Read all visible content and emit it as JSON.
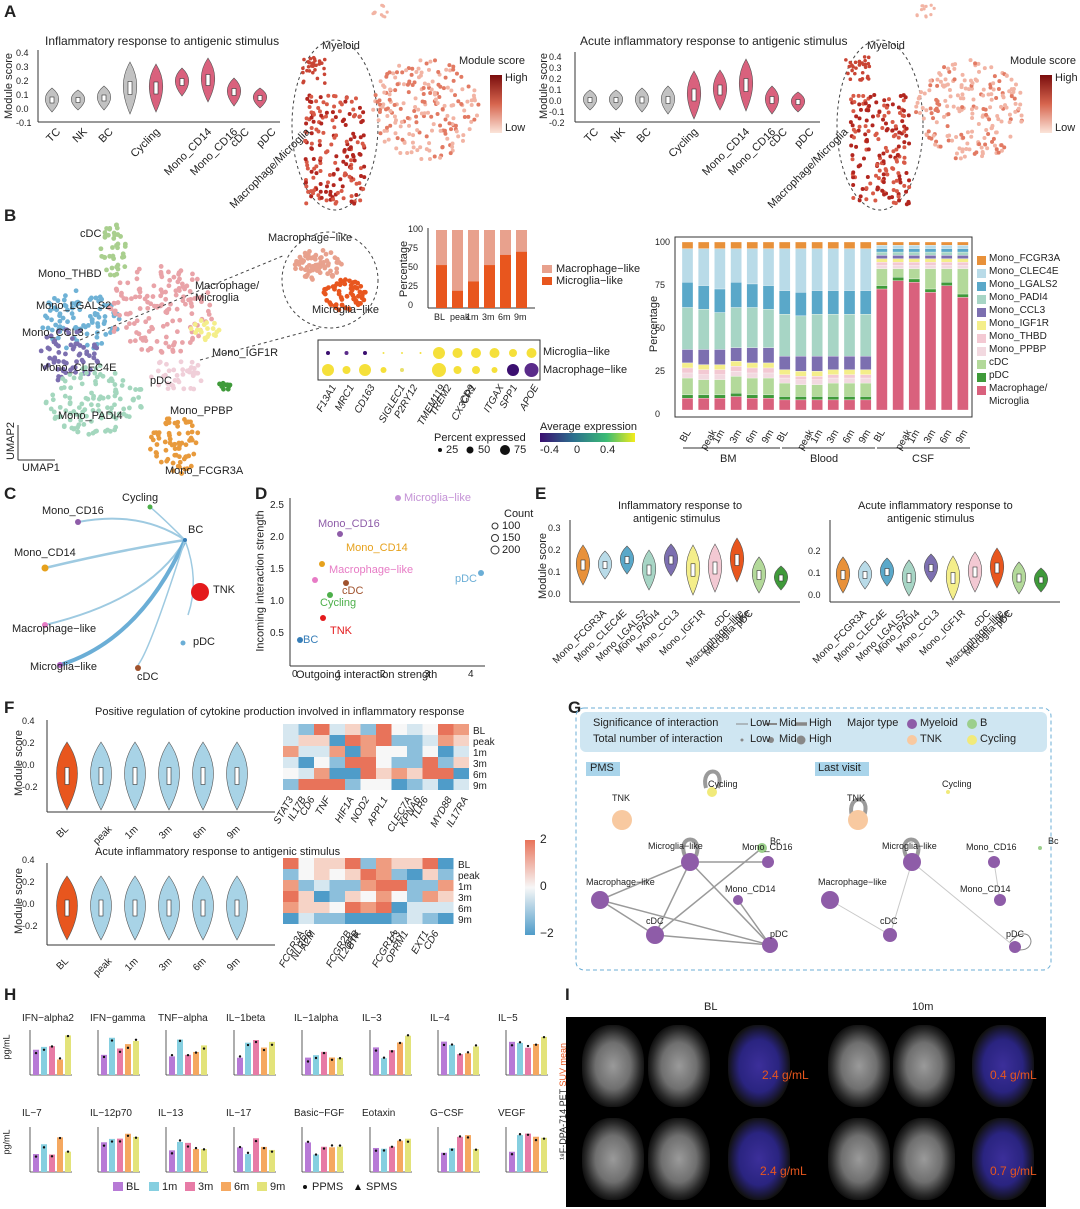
{
  "panels": {
    "A": {
      "letter": "A",
      "left": {
        "title": "Inflammatory response to antigenic stimulus",
        "ylabel": "Module score",
        "yticks": [
          "0.4",
          "0.3",
          "0.2",
          "0.1",
          "0.0",
          "-0.1"
        ],
        "categories": [
          "TC",
          "NK",
          "BC",
          "Cycling",
          "Mono_CD14",
          "Mono_CD16",
          "Macrophage/Microglia",
          "cDC",
          "pDC"
        ],
        "umap_label": "Myeloid",
        "legend_title": "Module score",
        "legend_high": "High",
        "legend_low": "Low"
      },
      "right": {
        "title": "Acute inflammatory response to antigenic stimulus",
        "ylabel": "Module score",
        "yticks": [
          "0.4",
          "0.3",
          "0.2",
          "0.1",
          "0.0",
          "-0.1",
          "-0.2"
        ],
        "categories": [
          "TC",
          "NK",
          "BC",
          "Cycling",
          "Mono_CD14",
          "Mono_CD16",
          "Macrophage/Microglia",
          "cDC",
          "pDC"
        ],
        "umap_label": "Myeloid",
        "legend_title": "Module score",
        "legend_high": "High",
        "legend_low": "Low"
      }
    },
    "B": {
      "letter": "B",
      "umap_labels": [
        "cDC",
        "Mono_THBD",
        "Mono_LGALS2",
        "Mono_CCL3",
        "Mono_CLEC4E",
        "Mono_PADI4",
        "Mono_PPBP",
        "Mono_IGF1R",
        "Mono_FCGR3A",
        "pDC",
        "Macrophage/",
        "Microglia"
      ],
      "umap_x": "UMAP1",
      "umap_y": "UMAP2",
      "inset_labels": [
        "Macrophage−like",
        "Microglia−like"
      ],
      "pct_ylabel": "Percentage",
      "pct_yticks": [
        "100",
        "75",
        "50",
        "25",
        "0"
      ],
      "pct_x": [
        "BL",
        "peak",
        "1m",
        "3m",
        "6m",
        "9m"
      ],
      "pct_legend": [
        "Macrophage−like",
        "Microglia−like"
      ],
      "dot_rows": [
        "Microglia−like",
        "Macrophage−like"
      ],
      "dot_genes": [
        "F13A1",
        "MRC1",
        "CD163",
        "SIGLEC1",
        "P2RY12",
        "TMEM119",
        "TREM2",
        "CX3CR1",
        "CD9",
        "ITGAX",
        "SPP1",
        "APOE"
      ],
      "pe_title": "Percent expressed",
      "pe_vals": [
        "25",
        "50",
        "75"
      ],
      "ae_title": "Average expression",
      "ae_ticks": [
        "-0.4",
        "0",
        "0.4"
      ],
      "stack_ylabel": "Percentage",
      "stack_yticks": [
        "100",
        "75",
        "50",
        "25",
        "0"
      ],
      "stack_x": [
        "BL",
        "peak",
        "1m",
        "3m",
        "6m",
        "9m",
        "BL",
        "peak",
        "1m",
        "3m",
        "6m",
        "9m",
        "BL",
        "peak",
        "1m",
        "3m",
        "6m",
        "9m"
      ],
      "stack_groups": [
        "BM",
        "Blood",
        "CSF"
      ],
      "stack_legend": [
        "Mono_FCGR3A",
        "Mono_CLEC4E",
        "Mono_LGALS2",
        "Mono_PADI4",
        "Mono_CCL3",
        "Mono_IGF1R",
        "Mono_THBD",
        "Mono_PPBP",
        "cDC",
        "pDC",
        "Macrophage/",
        "Microglia"
      ]
    },
    "C": {
      "letter": "C",
      "nodes": [
        "Mono_CD16",
        "Cycling",
        "BC",
        "Mono_CD14",
        "TNK",
        "Macrophage−like",
        "pDC",
        "Microglia−like",
        "cDC"
      ]
    },
    "D": {
      "letter": "D",
      "xlabel": "Outgoing interaction strength",
      "ylabel": "Incoming interaction strength",
      "xticks": [
        "0",
        "1",
        "2",
        "3",
        "4"
      ],
      "yticks": [
        "2.5",
        "2.0",
        "1.5",
        "1.0",
        "0.5"
      ],
      "legend_title": "Count",
      "legend_vals": [
        "100",
        "150",
        "200"
      ],
      "points": [
        "Microglia−like",
        "Mono_CD16",
        "Mono_CD14",
        "Macrophage−like",
        "cDC",
        "pDC",
        "Cycling",
        "TNK",
        "BC"
      ]
    },
    "E": {
      "letter": "E",
      "left_title_1": "Inflammatory response to",
      "left_title_2": "antigenic stimulus",
      "right_title_1": "Acute inflammatory response to",
      "right_title_2": "antigenic stimulus",
      "ylabel": "Module score",
      "left_yticks": [
        "0.3",
        "0.2",
        "0.1",
        "0.0"
      ],
      "right_yticks": [
        "0.2",
        "0.1",
        "0.0"
      ],
      "categories": [
        "Mono_FCGR3A",
        "Mono_CLEC4E",
        "Mono_LGALS2",
        "Mono_PADI4",
        "Mono_CCL3",
        "Mono_IGF1R",
        "Macrophage−like",
        "Microglia−like",
        "cDC",
        "pDC"
      ]
    },
    "F": {
      "letter": "F",
      "top_title": "Positive regulation of cytokine production involved in inflammatory response",
      "bottom_title": "Acute inflammatory response to antigenic stimulus",
      "ylabel": "Module score",
      "top_yticks": [
        "0.4",
        "0.2",
        "0.0",
        "-0.2"
      ],
      "bottom_yticks": [
        "0.4",
        "0.2",
        "0.0",
        "-0.2"
      ],
      "x": [
        "BL",
        "peak",
        "1m",
        "3m",
        "6m",
        "9m"
      ],
      "heat_rows": [
        "BL",
        "peak",
        "1m",
        "3m",
        "6m",
        "9m"
      ],
      "top_genes": [
        "STAT3",
        "IL17B",
        "CD6",
        "TNF",
        "HIF1A",
        "NOD2",
        "APPL1",
        "CLEC7A",
        "KPNA6",
        "TLR6",
        "MYD88",
        "IL17RA"
      ],
      "bottom_genes": [
        "FCGR3A",
        "NLRP6",
        "A2M",
        "FCGR2B",
        "IL20RB",
        "BTK",
        "FCGR1A",
        "OPRM1",
        "C3",
        "EXT1",
        "CD6"
      ],
      "scale_ticks": [
        "2",
        "0",
        "−2"
      ]
    },
    "G": {
      "letter": "G",
      "sig_label": "Significance of interaction",
      "total_label": "Total number of interaction",
      "legend_levels": [
        "Low",
        "Mid",
        "High"
      ],
      "major_type": "Major type",
      "types": [
        "Myeloid",
        "B",
        "TNK",
        "Cycling"
      ],
      "left_tag": "PMS",
      "right_tag": "Last visit",
      "nodes": [
        "TNK",
        "Cycling",
        "Bc",
        "Microglia−like",
        "Mono_CD16",
        "Macrophage−like",
        "Mono_CD14",
        "cDC",
        "pDC"
      ]
    },
    "H": {
      "letter": "H",
      "ylabel": "pg/mL",
      "row1": [
        "IFN−alpha2",
        "IFN−gamma",
        "TNF−alpha",
        "IL−1beta",
        "IL−1alpha",
        "IL−3",
        "IL−4",
        "IL−5"
      ],
      "row2": [
        "IL−7",
        "IL−12p70",
        "IL−13",
        "IL−17",
        "Basic−FGF",
        "Eotaxin",
        "G−CSF",
        "VEGF"
      ],
      "legend": [
        "BL",
        "1m",
        "3m",
        "6m",
        "9m"
      ],
      "shape_legend": [
        "PPMS",
        "SPMS"
      ]
    },
    "I": {
      "letter": "I",
      "col_bl": "BL",
      "col_10m": "10m",
      "side_label": "18F-DPA-714 PET SUV mean",
      "side_label_pre": "¹⁸F-DPA-714 PET ",
      "side_label_post": "SUV mean",
      "values": [
        "2.4 g/mL",
        "0.4 g/mL",
        "2.4 g/mL",
        "0.7 g/mL"
      ]
    }
  },
  "colors": {
    "grey_violin": "#bdbdbd",
    "pink_violin": "#d9617d",
    "orange": "#e8561e",
    "light_blue": "#a8d3e6",
    "myeloid": "#8e5ca8",
    "tnk": "#f8c9a0",
    "b": "#9ccf8c",
    "cycling": "#f1ea7a"
  }
}
